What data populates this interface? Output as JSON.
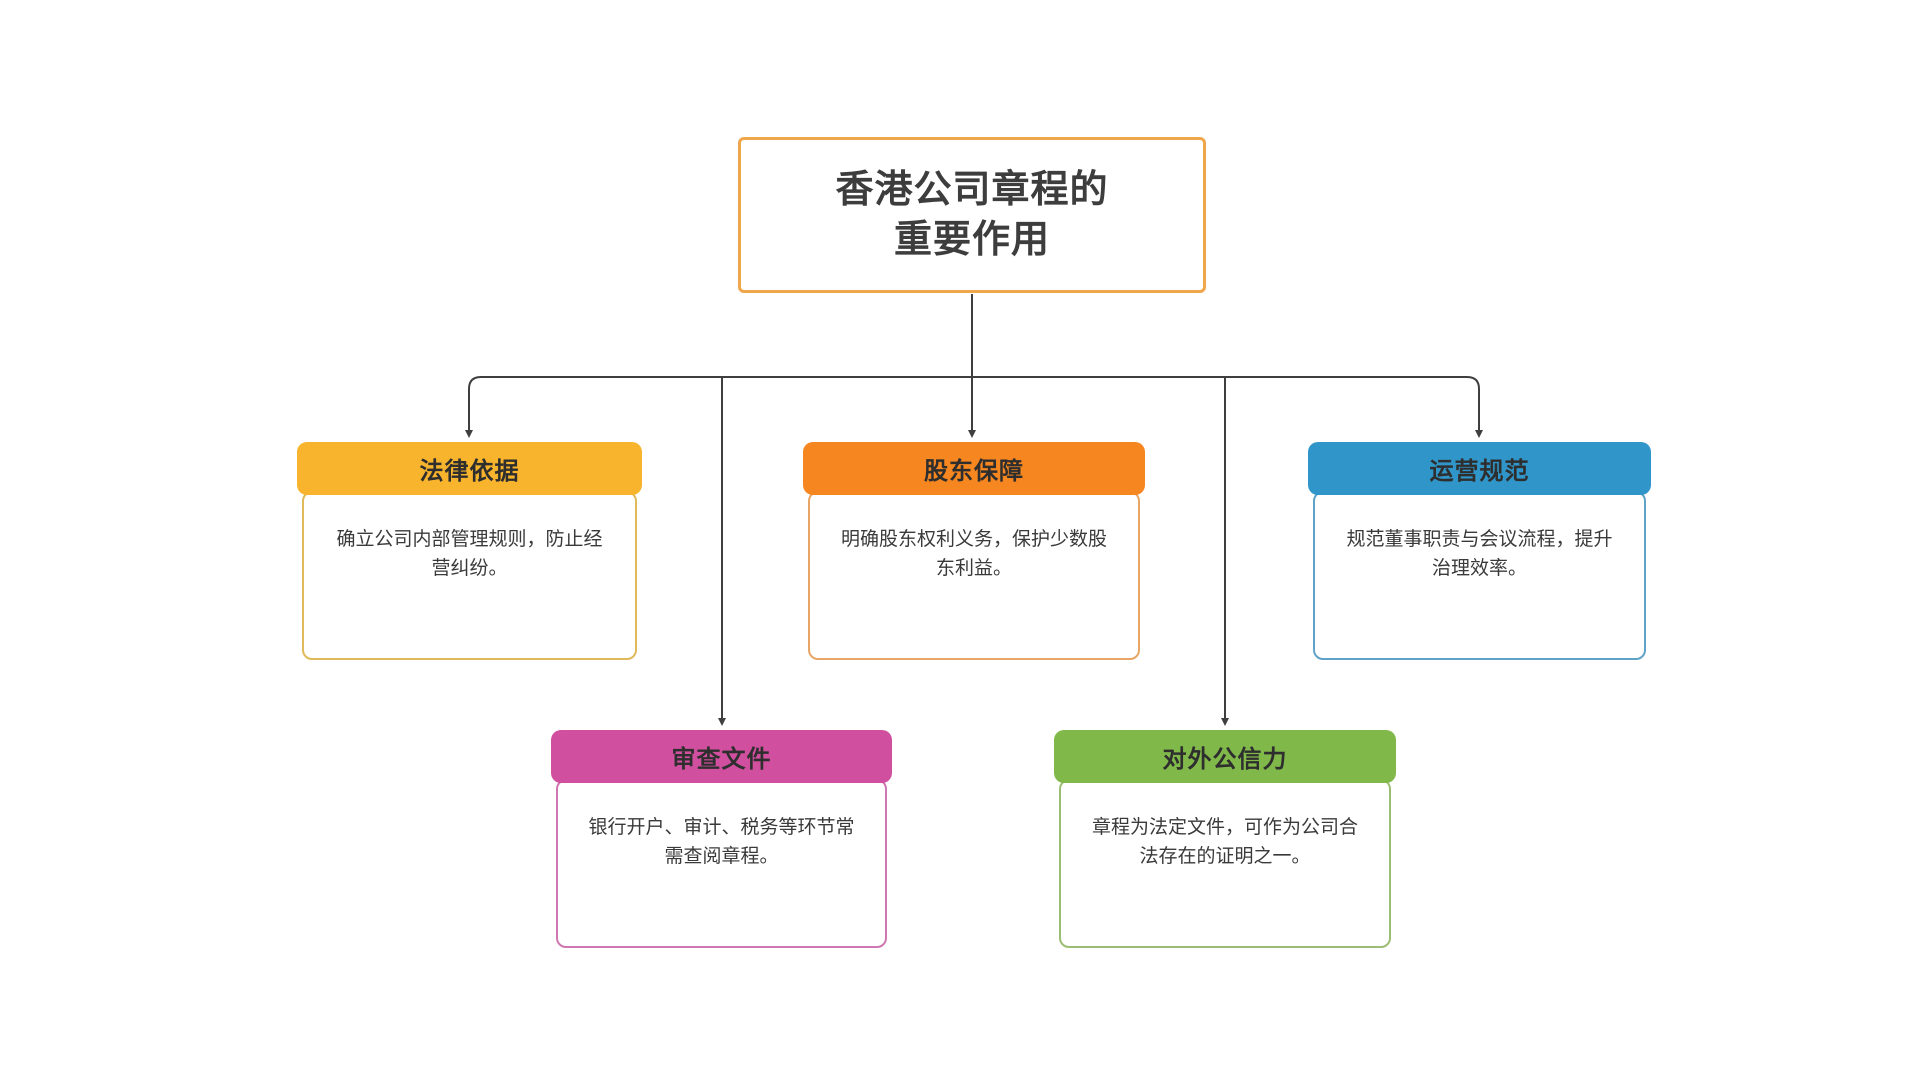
{
  "canvas": {
    "background": "#FFFFFF"
  },
  "connector_color": "#3F3F3F",
  "root": {
    "line1": "香港公司章程的",
    "line2": "重要作用",
    "border_color": "#F0A64A",
    "text_color": "#3D3D3D"
  },
  "nodes": [
    {
      "label": "法律依据",
      "description": "确立公司内部管理规则，防止经营纠纷。",
      "header_color": "#F7B42C",
      "border_color": "#DFB95A"
    },
    {
      "label": "股东保障",
      "description": "明确股东权利义务，保护少数股东利益。",
      "header_color": "#F6861F",
      "border_color": "#E7A566"
    },
    {
      "label": "运营规范",
      "description": "规范董事职责与会议流程，提升治理效率。",
      "header_color": "#3095C8",
      "border_color": "#5FA3C8"
    },
    {
      "label": "审查文件",
      "description": "银行开户、审计、税务等环节常需查阅章程。",
      "header_color": "#D14F9F",
      "border_color": "#CE77B2"
    },
    {
      "label": "对外公信力",
      "description": "章程为法定文件，可作为公司合法存在的证明之一。",
      "header_color": "#80B94A",
      "border_color": "#9CBE74"
    }
  ]
}
